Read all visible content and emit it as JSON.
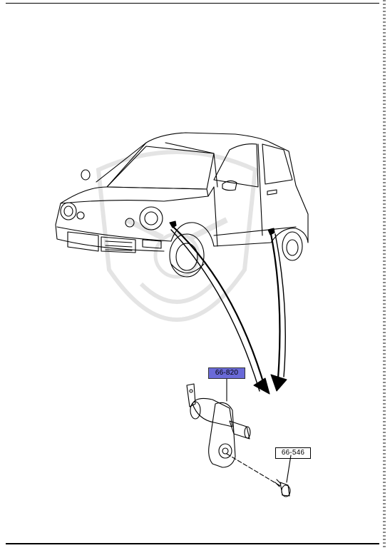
{
  "diagram": {
    "parts": [
      {
        "id": "66-820",
        "label": "66-820",
        "highlighted": true
      },
      {
        "id": "66-546",
        "label": "66-546",
        "highlighted": false
      }
    ],
    "highlight_color": "#6a6ad8",
    "line_color": "#000000"
  }
}
